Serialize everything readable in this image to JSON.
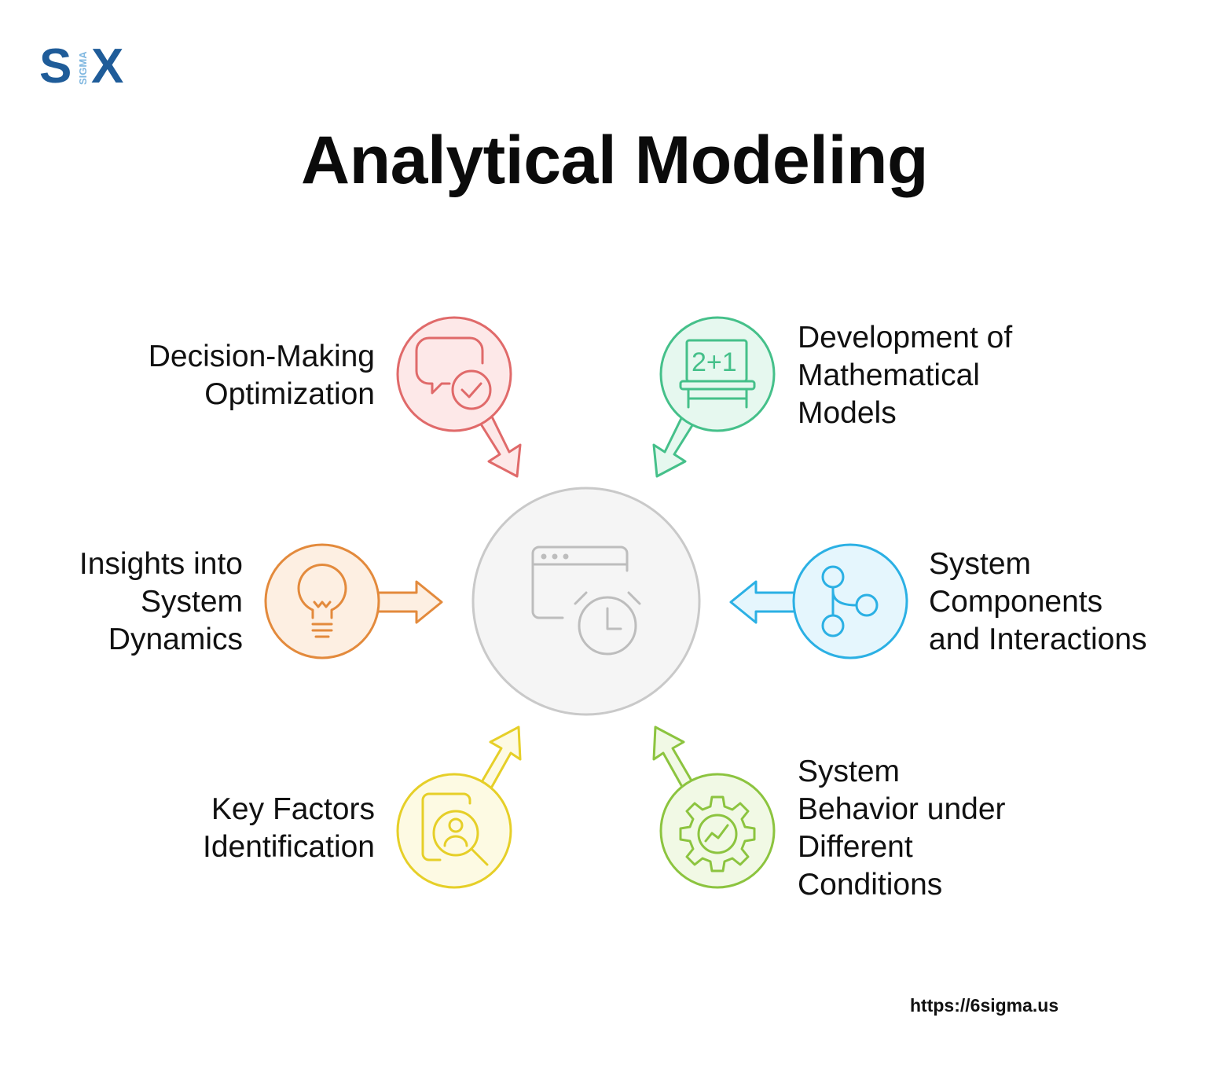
{
  "logo": {
    "main_left": "S",
    "main_right": "X",
    "vertical": "SIGMA"
  },
  "title": "Analytical Modeling",
  "center": {
    "icon": "browser-clock-icon"
  },
  "items": [
    {
      "id": "decision",
      "lines": [
        "Decision-Making",
        "Optimization"
      ],
      "color": "#e06a6a",
      "fill": "#fde8e8",
      "icon": "speech-bubble-check-icon"
    },
    {
      "id": "development",
      "lines": [
        "Development of",
        "Mathematical",
        "Models"
      ],
      "color": "#45c08a",
      "fill": "#e6f8ef",
      "icon": "chalkboard-math-icon"
    },
    {
      "id": "insights",
      "lines": [
        "Insights into",
        "System",
        "Dynamics"
      ],
      "color": "#e38a3c",
      "fill": "#fdefe2",
      "icon": "lightbulb-icon"
    },
    {
      "id": "components",
      "lines": [
        "System",
        "Components",
        "and Interactions"
      ],
      "color": "#2bb0e4",
      "fill": "#e5f6fd",
      "icon": "branch-nodes-icon"
    },
    {
      "id": "keyfactors",
      "lines": [
        "Key Factors",
        "Identification"
      ],
      "color": "#e6cf28",
      "fill": "#fdfae3",
      "icon": "person-search-icon"
    },
    {
      "id": "behavior",
      "lines": [
        "System",
        "Behavior under",
        "Different",
        "Conditions"
      ],
      "color": "#8cc43f",
      "fill": "#f1f9e5",
      "icon": "gear-chart-icon"
    }
  ],
  "footer": "https://6sigma.us",
  "colors": {
    "logo_blue": "#1f5c99",
    "logo_light": "#7fb7e0",
    "center_stroke": "#c9c9c9",
    "center_fill": "#f5f5f5"
  }
}
